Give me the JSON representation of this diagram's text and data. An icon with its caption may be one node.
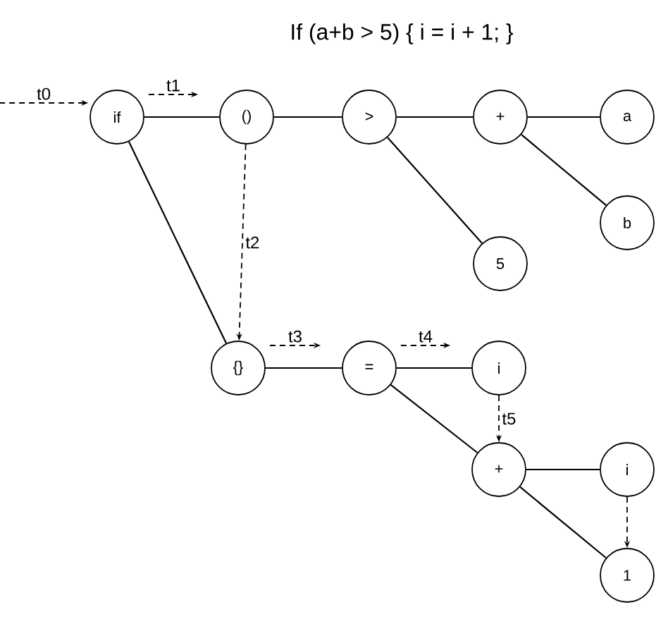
{
  "diagram": {
    "title": "If (a+b > 5) { i = i + 1; }",
    "nodes": [
      {
        "text": [
          "if"
        ]
      },
      {
        "text": [
          "()"
        ]
      },
      {
        "text": [
          ">"
        ]
      },
      {
        "text": [
          "+"
        ]
      },
      {
        "text": [
          "a"
        ]
      },
      {
        "text": [
          "b"
        ]
      },
      {
        "text": [
          "5"
        ]
      },
      {
        "text": [
          "{}"
        ]
      },
      {
        "text": [
          "="
        ]
      },
      {
        "text": [
          "i"
        ]
      },
      {
        "text": [
          "+"
        ]
      },
      {
        "text": [
          "i"
        ]
      },
      {
        "text": [
          "1"
        ]
      }
    ],
    "edges": [
      {
        "from": null,
        "to": 0,
        "arrow": "to",
        "style": "dashed",
        "label": "t0"
      },
      {
        "from": 0,
        "to": 1,
        "arrow": "none"
      },
      {
        "from": 0,
        "to": 1,
        "arrow": "to",
        "style": "dashed",
        "label": "t1"
      },
      {
        "from": 1,
        "to": 2,
        "arrow": "none"
      },
      {
        "from": 2,
        "to": 3,
        "arrow": "none"
      },
      {
        "from": 3,
        "to": 4,
        "arrow": "none"
      },
      {
        "from": 3,
        "to": 5,
        "arrow": "none"
      },
      {
        "from": 2,
        "to": 6,
        "arrow": "none"
      },
      {
        "from": 1,
        "to": 7,
        "arrow": "to",
        "style": "dashed",
        "label": "t2"
      },
      {
        "from": 0,
        "to": 7,
        "arrow": "none"
      },
      {
        "from": 7,
        "to": 8,
        "arrow": "none"
      },
      {
        "from": 7,
        "to": 8,
        "arrow": "to",
        "style": "dashed",
        "label": "t3"
      },
      {
        "from": 8,
        "to": 9,
        "arrow": "none"
      },
      {
        "from": 8,
        "to": 9,
        "arrow": "to",
        "style": "dashed",
        "label": "t4"
      },
      {
        "from": 8,
        "to": 10,
        "arrow": "none"
      },
      {
        "from": 9,
        "to": 10,
        "arrow": "to",
        "style": "dashed",
        "label": "t5"
      },
      {
        "from": 10,
        "to": 11,
        "arrow": "none"
      },
      {
        "from": 10,
        "to": 12,
        "arrow": "none"
      },
      {
        "from": 11,
        "to": 12,
        "arrow": "to",
        "style": "dashed"
      }
    ]
  }
}
